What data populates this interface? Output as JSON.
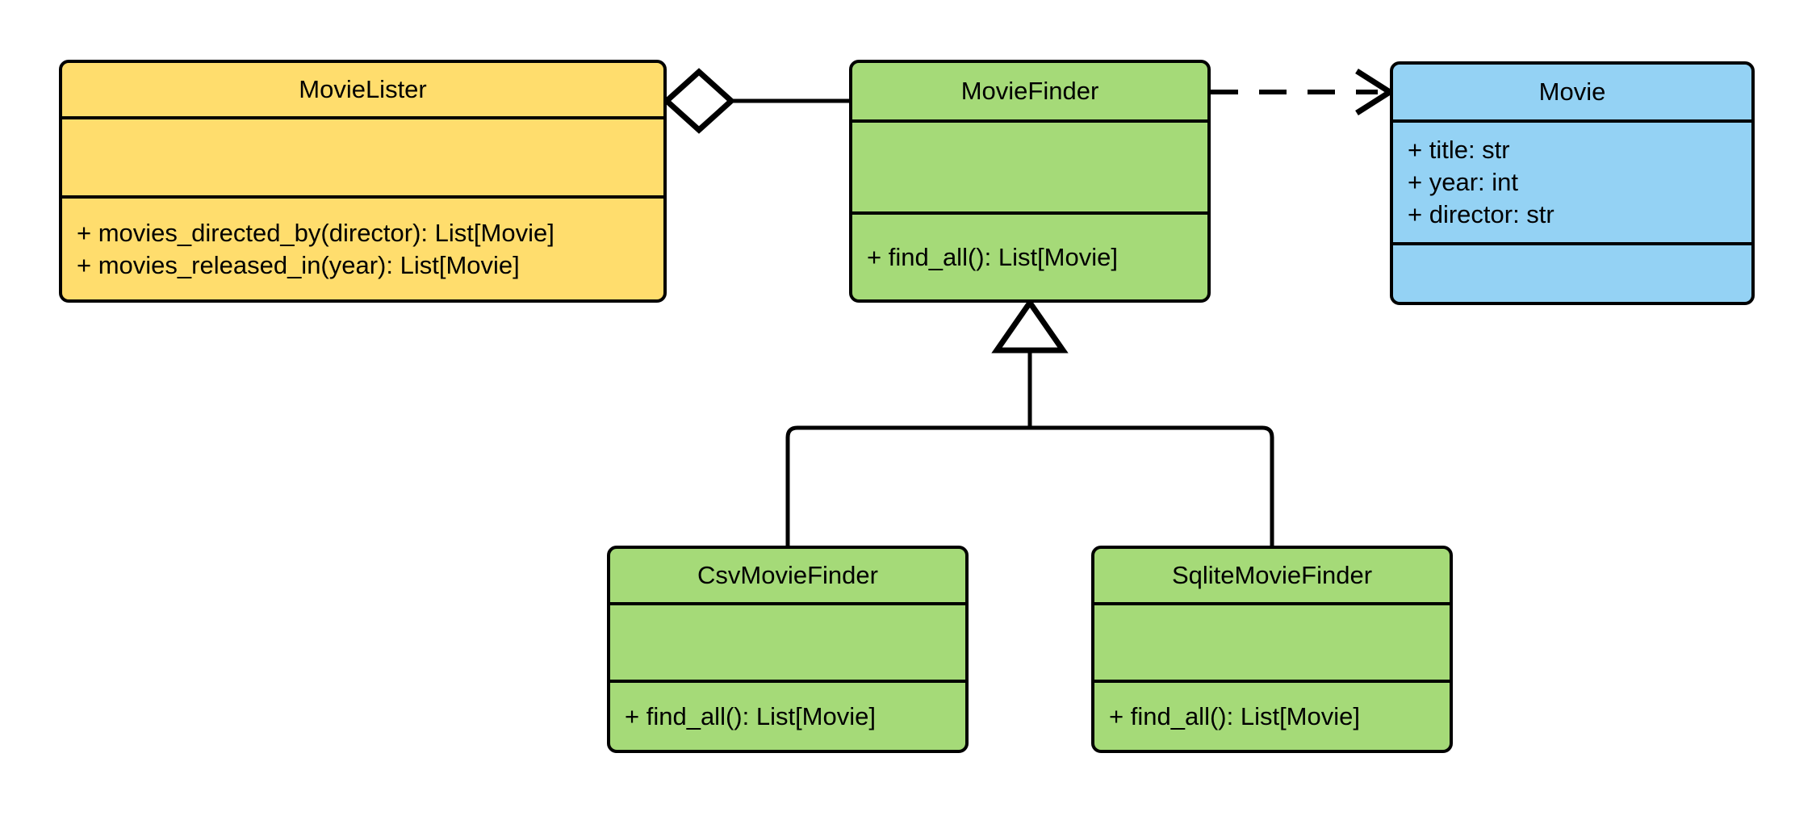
{
  "diagram": {
    "kind": "uml-class-diagram",
    "title": "",
    "background_color": "#ffffff",
    "line_color": "#000000"
  },
  "colors": {
    "yellow": "#ffdd6d",
    "green": "#a5da78",
    "blue": "#94d2f4",
    "stroke": "#000000",
    "diamond_fill": "#ffffff",
    "triangle_fill": "#ffffff"
  },
  "classes": [
    {
      "id": "movie-lister",
      "name": "MovieLister",
      "fill": "#ffdd6d",
      "attributes": [],
      "methods": [
        "+ movies_directed_by(director): List[Movie]",
        "+ movies_released_in(year): List[Movie]"
      ]
    },
    {
      "id": "movie-finder",
      "name": "MovieFinder",
      "fill": "#a5da78",
      "attributes": [],
      "methods": [
        "+ find_all(): List[Movie]"
      ]
    },
    {
      "id": "movie",
      "name": "Movie",
      "fill": "#94d2f4",
      "attributes": [
        "+ title: str",
        "+ year: int",
        "+ director: str"
      ],
      "methods": []
    },
    {
      "id": "csv-movie-finder",
      "name": "CsvMovieFinder",
      "fill": "#a5da78",
      "attributes": [],
      "methods": [
        "+ find_all(): List[Movie]"
      ]
    },
    {
      "id": "sqlite-movie-finder",
      "name": "SqliteMovieFinder",
      "fill": "#a5da78",
      "attributes": [],
      "methods": [
        "+ find_all(): List[Movie]"
      ]
    }
  ],
  "relationships": [
    {
      "id": "aggregation-lister-finder",
      "type": "aggregation",
      "from": "MovieLister",
      "to": "MovieFinder",
      "style": "solid",
      "marker": "hollow-diamond"
    },
    {
      "id": "dependency-finder-movie",
      "type": "dependency",
      "from": "MovieFinder",
      "to": "Movie",
      "style": "dashed",
      "marker": "open-arrow"
    },
    {
      "id": "generalization-csv-finder",
      "type": "generalization",
      "from": "CsvMovieFinder",
      "to": "MovieFinder",
      "style": "solid",
      "marker": "hollow-triangle"
    },
    {
      "id": "generalization-sqlite-finder",
      "type": "generalization",
      "from": "SqliteMovieFinder",
      "to": "MovieFinder",
      "style": "solid",
      "marker": "hollow-triangle"
    }
  ]
}
